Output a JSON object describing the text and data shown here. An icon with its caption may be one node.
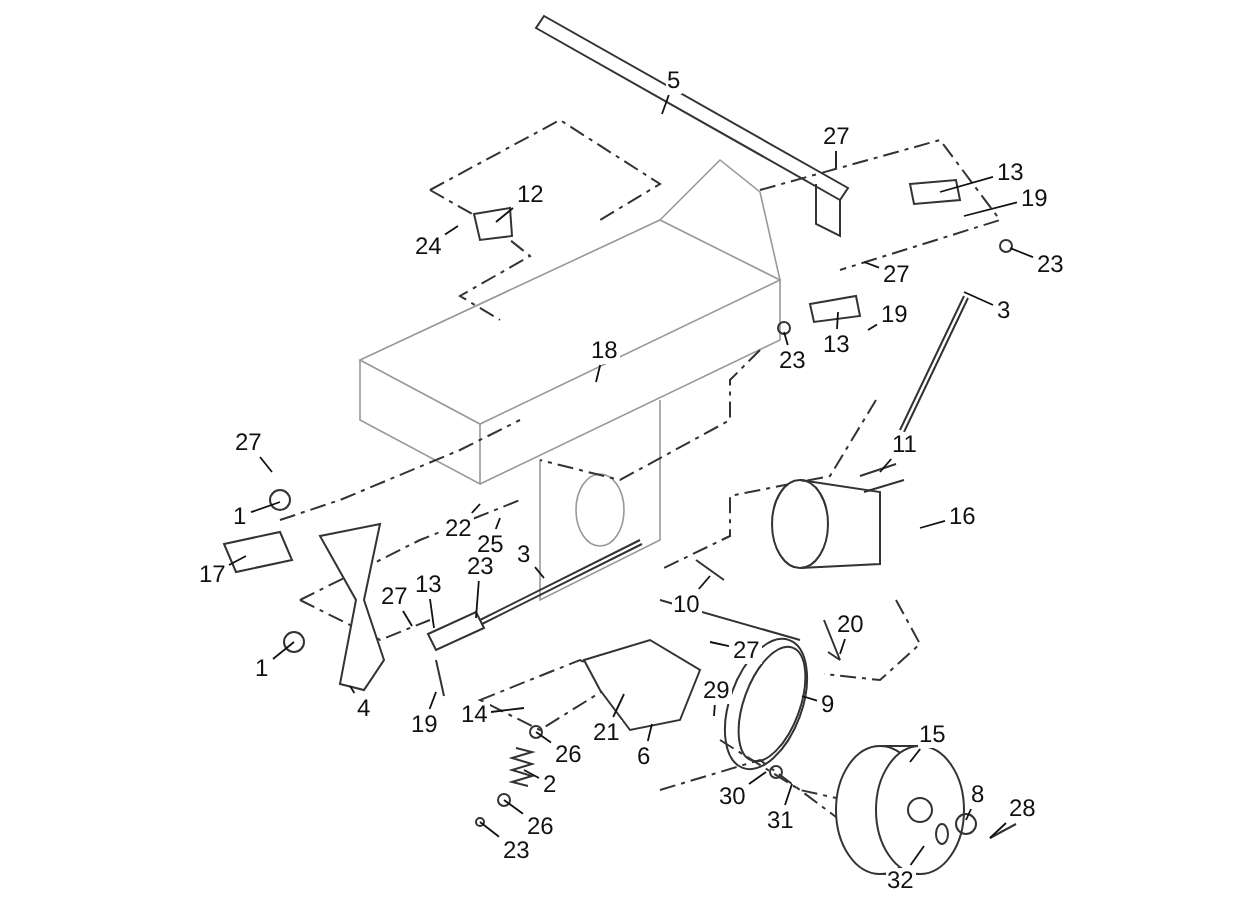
{
  "diagram": {
    "nodes": [
      {
        "text": [
          "5"
        ]
      },
      {
        "text": [
          "27"
        ]
      },
      {
        "text": [
          "13"
        ]
      },
      {
        "text": [
          "12"
        ]
      },
      {
        "text": [
          "19"
        ]
      },
      {
        "text": [
          "24"
        ]
      },
      {
        "text": [
          "23"
        ]
      },
      {
        "text": [
          "27"
        ]
      },
      {
        "text": [
          "3"
        ]
      },
      {
        "text": [
          "19"
        ]
      },
      {
        "text": [
          "13"
        ]
      },
      {
        "text": [
          "18"
        ]
      },
      {
        "text": [
          "23"
        ]
      },
      {
        "text": [
          "27"
        ]
      },
      {
        "text": [
          "11"
        ]
      },
      {
        "text": [
          "1"
        ]
      },
      {
        "text": [
          "16"
        ]
      },
      {
        "text": [
          "22"
        ]
      },
      {
        "text": [
          "25"
        ]
      },
      {
        "text": [
          "3"
        ]
      },
      {
        "text": [
          "17"
        ]
      },
      {
        "text": [
          "23"
        ]
      },
      {
        "text": [
          "13"
        ]
      },
      {
        "text": [
          "10"
        ]
      },
      {
        "text": [
          "27"
        ]
      },
      {
        "text": [
          "20"
        ]
      },
      {
        "text": [
          "27"
        ]
      },
      {
        "text": [
          "1"
        ]
      },
      {
        "text": [
          "29"
        ]
      },
      {
        "text": [
          "9"
        ]
      },
      {
        "text": [
          "4"
        ]
      },
      {
        "text": [
          "14"
        ]
      },
      {
        "text": [
          "19"
        ]
      },
      {
        "text": [
          "21"
        ]
      },
      {
        "text": [
          "15"
        ]
      },
      {
        "text": [
          "26"
        ]
      },
      {
        "text": [
          "6"
        ]
      },
      {
        "text": [
          "2"
        ]
      },
      {
        "text": [
          "8"
        ]
      },
      {
        "text": [
          "30"
        ]
      },
      {
        "text": [
          "28"
        ]
      },
      {
        "text": [
          "26"
        ]
      },
      {
        "text": [
          "31"
        ]
      },
      {
        "text": [
          "23"
        ]
      },
      {
        "text": [
          "32"
        ]
      }
    ],
    "edges": [
      {
        "from": 0,
        "to": null,
        "arrow": "none"
      },
      {
        "from": 1,
        "to": null,
        "arrow": "none"
      },
      {
        "from": 2,
        "to": null,
        "arrow": "none"
      },
      {
        "from": 3,
        "to": null,
        "arrow": "none"
      },
      {
        "from": 4,
        "to": null,
        "arrow": "none"
      },
      {
        "from": 5,
        "to": null,
        "arrow": "none"
      },
      {
        "from": 6,
        "to": null,
        "arrow": "none"
      },
      {
        "from": 7,
        "to": null,
        "arrow": "none"
      },
      {
        "from": 8,
        "to": null,
        "arrow": "none"
      },
      {
        "from": 9,
        "to": null,
        "arrow": "none"
      },
      {
        "from": 10,
        "to": null,
        "arrow": "none"
      },
      {
        "from": 11,
        "to": null,
        "arrow": "none"
      },
      {
        "from": 12,
        "to": null,
        "arrow": "none"
      },
      {
        "from": 13,
        "to": null,
        "arrow": "none"
      },
      {
        "from": 14,
        "to": null,
        "arrow": "none"
      },
      {
        "from": 15,
        "to": null,
        "arrow": "none"
      },
      {
        "from": 16,
        "to": null,
        "arrow": "none"
      },
      {
        "from": 17,
        "to": null,
        "arrow": "none"
      },
      {
        "from": 18,
        "to": null,
        "arrow": "none"
      },
      {
        "from": 19,
        "to": null,
        "arrow": "none"
      },
      {
        "from": 20,
        "to": null,
        "arrow": "none"
      },
      {
        "from": 21,
        "to": null,
        "arrow": "none"
      },
      {
        "from": 22,
        "to": null,
        "arrow": "none"
      },
      {
        "from": 23,
        "to": null,
        "arrow": "none"
      },
      {
        "from": 24,
        "to": null,
        "arrow": "none"
      },
      {
        "from": 25,
        "to": null,
        "arrow": "none"
      },
      {
        "from": 26,
        "to": null,
        "arrow": "none"
      },
      {
        "from": 27,
        "to": null,
        "arrow": "none"
      },
      {
        "from": 28,
        "to": null,
        "arrow": "none"
      },
      {
        "from": 29,
        "to": null,
        "arrow": "none"
      },
      {
        "from": 30,
        "to": null,
        "arrow": "none"
      },
      {
        "from": 31,
        "to": null,
        "arrow": "none"
      },
      {
        "from": 32,
        "to": null,
        "arrow": "none"
      },
      {
        "from": 33,
        "to": null,
        "arrow": "none"
      },
      {
        "from": 34,
        "to": null,
        "arrow": "none"
      },
      {
        "from": 35,
        "to": null,
        "arrow": "none"
      },
      {
        "from": 36,
        "to": null,
        "arrow": "none"
      },
      {
        "from": 37,
        "to": null,
        "arrow": "none"
      },
      {
        "from": 38,
        "to": null,
        "arrow": "none"
      },
      {
        "from": 39,
        "to": null,
        "arrow": "none"
      },
      {
        "from": 40,
        "to": null,
        "arrow": "none"
      },
      {
        "from": 41,
        "to": null,
        "arrow": "none"
      },
      {
        "from": 42,
        "to": null,
        "arrow": "none"
      },
      {
        "from": 43,
        "to": null,
        "arrow": "none"
      },
      {
        "from": 44,
        "to": null,
        "arrow": "none"
      }
    ]
  }
}
